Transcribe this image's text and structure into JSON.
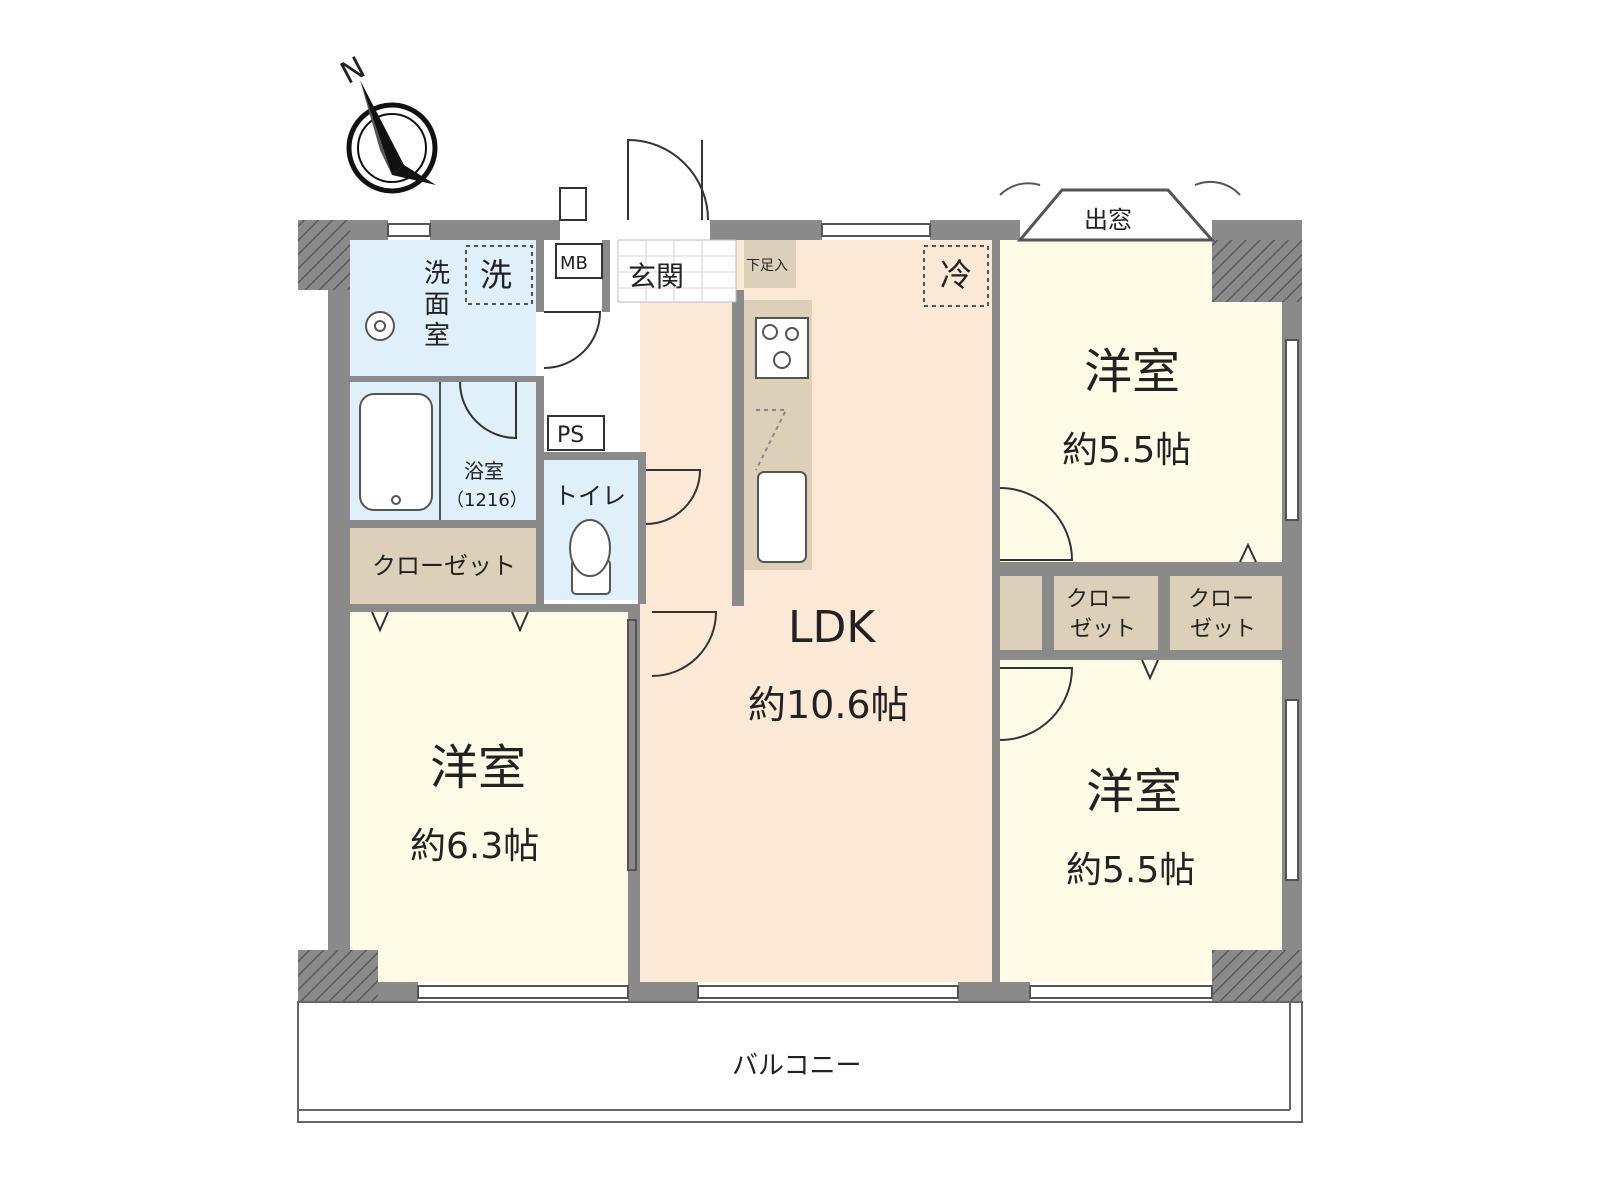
{
  "compass": {
    "north": "N"
  },
  "rooms": {
    "wash": {
      "line1": "洗",
      "line2": "面",
      "line3": "室",
      "machine": "洗"
    },
    "mb": "MB",
    "entrance": {
      "label": "玄関",
      "shoebox": "下足入"
    },
    "fridge": "冷",
    "bay_window": "出窓",
    "bath": {
      "label": "浴室",
      "size": "（1216）"
    },
    "ps": "PS",
    "toilet": "トイレ",
    "closet_west": "クローゼット",
    "closet_east_1": {
      "line1": "クロー",
      "line2": "ゼット"
    },
    "closet_east_2": {
      "line1": "クロー",
      "line2": "ゼット"
    },
    "ldk": {
      "label": "LDK",
      "size": "約10.6帖"
    },
    "room_ne": {
      "label": "洋室",
      "size": "約5.5帖"
    },
    "room_se": {
      "label": "洋室",
      "size": "約5.5帖"
    },
    "room_w": {
      "label": "洋室",
      "size": "約6.3帖"
    },
    "balcony": "バルコニー"
  },
  "colors": {
    "wall": "#8a8a8a",
    "ldk": "#fbe9d6",
    "western_room": "#fdfbe6",
    "wet_area": "#dff0fa",
    "closet": "#dcd0b8",
    "corridor": "#ffffff"
  }
}
